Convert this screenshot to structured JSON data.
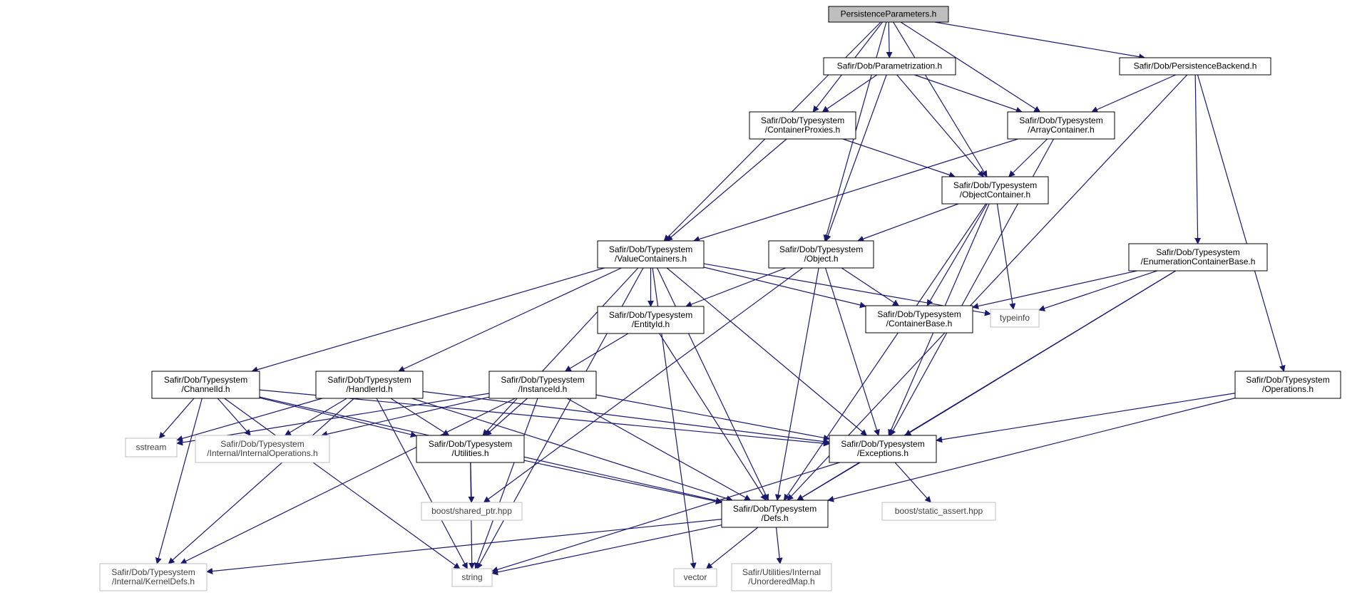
{
  "diagram": {
    "edge_color": "#191970",
    "root_fill": "#bfbfbf",
    "node_border": "#000000",
    "external_border": "#bfbfbf",
    "external_text": "#404040",
    "nodes": [
      {
        "id": "root",
        "kind": "root",
        "lines": [
          "PersistenceParameters.h"
        ]
      },
      {
        "id": "param",
        "kind": "node",
        "lines": [
          "Safir/Dob/Parametrization.h"
        ]
      },
      {
        "id": "backend",
        "kind": "node",
        "lines": [
          "Safir/Dob/PersistenceBackend.h"
        ]
      },
      {
        "id": "proxies",
        "kind": "node",
        "lines": [
          "Safir/Dob/Typesystem",
          "/ContainerProxies.h"
        ]
      },
      {
        "id": "array",
        "kind": "node",
        "lines": [
          "Safir/Dob/Typesystem",
          "/ArrayContainer.h"
        ]
      },
      {
        "id": "objcont",
        "kind": "node",
        "lines": [
          "Safir/Dob/Typesystem",
          "/ObjectContainer.h"
        ]
      },
      {
        "id": "valcont",
        "kind": "node",
        "lines": [
          "Safir/Dob/Typesystem",
          "/ValueContainers.h"
        ]
      },
      {
        "id": "object",
        "kind": "node",
        "lines": [
          "Safir/Dob/Typesystem",
          "/Object.h"
        ]
      },
      {
        "id": "enumbase",
        "kind": "node",
        "lines": [
          "Safir/Dob/Typesystem",
          "/EnumerationContainerBase.h"
        ]
      },
      {
        "id": "entityid",
        "kind": "node",
        "lines": [
          "Safir/Dob/Typesystem",
          "/EntityId.h"
        ]
      },
      {
        "id": "contbase",
        "kind": "node",
        "lines": [
          "Safir/Dob/Typesystem",
          "/ContainerBase.h"
        ]
      },
      {
        "id": "typeinfo",
        "kind": "ext",
        "lines": [
          "typeinfo"
        ]
      },
      {
        "id": "channelid",
        "kind": "node",
        "lines": [
          "Safir/Dob/Typesystem",
          "/ChannelId.h"
        ]
      },
      {
        "id": "handlerid",
        "kind": "node",
        "lines": [
          "Safir/Dob/Typesystem",
          "/HandlerId.h"
        ]
      },
      {
        "id": "instanceid",
        "kind": "node",
        "lines": [
          "Safir/Dob/Typesystem",
          "/InstanceId.h"
        ]
      },
      {
        "id": "operations",
        "kind": "node",
        "lines": [
          "Safir/Dob/Typesystem",
          "/Operations.h"
        ]
      },
      {
        "id": "sstream",
        "kind": "ext",
        "lines": [
          "sstream"
        ]
      },
      {
        "id": "internalops",
        "kind": "ext",
        "lines": [
          "Safir/Dob/Typesystem",
          "/Internal/InternalOperations.h"
        ]
      },
      {
        "id": "utilities",
        "kind": "node",
        "lines": [
          "Safir/Dob/Typesystem",
          "/Utilities.h"
        ]
      },
      {
        "id": "exceptions",
        "kind": "node",
        "lines": [
          "Safir/Dob/Typesystem",
          "/Exceptions.h"
        ]
      },
      {
        "id": "sharedptr",
        "kind": "ext",
        "lines": [
          "boost/shared_ptr.hpp"
        ]
      },
      {
        "id": "staticassert",
        "kind": "ext",
        "lines": [
          "boost/static_assert.hpp"
        ]
      },
      {
        "id": "defs",
        "kind": "node",
        "lines": [
          "Safir/Dob/Typesystem",
          "/Defs.h"
        ]
      },
      {
        "id": "kerneldefs",
        "kind": "ext",
        "lines": [
          "Safir/Dob/Typesystem",
          "/Internal/KernelDefs.h"
        ]
      },
      {
        "id": "string",
        "kind": "ext",
        "lines": [
          "string"
        ]
      },
      {
        "id": "vector",
        "kind": "ext",
        "lines": [
          "vector"
        ]
      },
      {
        "id": "unorderedmap",
        "kind": "ext",
        "lines": [
          "Safir/Utilities/Internal",
          "/UnorderedMap.h"
        ]
      }
    ],
    "edges": [
      [
        "root",
        "param"
      ],
      [
        "root",
        "backend"
      ],
      [
        "root",
        "proxies"
      ],
      [
        "root",
        "array"
      ],
      [
        "root",
        "objcont"
      ],
      [
        "root",
        "valcont"
      ],
      [
        "root",
        "object"
      ],
      [
        "param",
        "proxies"
      ],
      [
        "param",
        "array"
      ],
      [
        "param",
        "objcont"
      ],
      [
        "param",
        "object"
      ],
      [
        "backend",
        "array"
      ],
      [
        "backend",
        "enumbase"
      ],
      [
        "backend",
        "operations"
      ],
      [
        "backend",
        "defs"
      ],
      [
        "proxies",
        "valcont"
      ],
      [
        "proxies",
        "objcont"
      ],
      [
        "array",
        "valcont"
      ],
      [
        "array",
        "objcont"
      ],
      [
        "array",
        "exceptions"
      ],
      [
        "objcont",
        "object"
      ],
      [
        "objcont",
        "contbase"
      ],
      [
        "objcont",
        "typeinfo"
      ],
      [
        "objcont",
        "exceptions"
      ],
      [
        "objcont",
        "defs"
      ],
      [
        "valcont",
        "entityid"
      ],
      [
        "valcont",
        "contbase"
      ],
      [
        "valcont",
        "typeinfo"
      ],
      [
        "valcont",
        "channelid"
      ],
      [
        "valcont",
        "handlerid"
      ],
      [
        "valcont",
        "utilities"
      ],
      [
        "valcont",
        "exceptions"
      ],
      [
        "valcont",
        "defs"
      ],
      [
        "valcont",
        "string"
      ],
      [
        "valcont",
        "vector"
      ],
      [
        "object",
        "entityid"
      ],
      [
        "object",
        "contbase"
      ],
      [
        "object",
        "exceptions"
      ],
      [
        "object",
        "defs"
      ],
      [
        "object",
        "sharedptr"
      ],
      [
        "enumbase",
        "contbase"
      ],
      [
        "enumbase",
        "typeinfo"
      ],
      [
        "enumbase",
        "exceptions"
      ],
      [
        "enumbase",
        "defs"
      ],
      [
        "entityid",
        "instanceid"
      ],
      [
        "entityid",
        "defs"
      ],
      [
        "channelid",
        "sstream"
      ],
      [
        "channelid",
        "internalops"
      ],
      [
        "channelid",
        "utilities"
      ],
      [
        "channelid",
        "exceptions"
      ],
      [
        "channelid",
        "defs"
      ],
      [
        "channelid",
        "kerneldefs"
      ],
      [
        "channelid",
        "string"
      ],
      [
        "handlerid",
        "sstream"
      ],
      [
        "handlerid",
        "internalops"
      ],
      [
        "handlerid",
        "utilities"
      ],
      [
        "handlerid",
        "exceptions"
      ],
      [
        "handlerid",
        "defs"
      ],
      [
        "handlerid",
        "kerneldefs"
      ],
      [
        "handlerid",
        "string"
      ],
      [
        "instanceid",
        "sstream"
      ],
      [
        "instanceid",
        "internalops"
      ],
      [
        "instanceid",
        "utilities"
      ],
      [
        "instanceid",
        "exceptions"
      ],
      [
        "instanceid",
        "defs"
      ],
      [
        "instanceid",
        "kerneldefs"
      ],
      [
        "instanceid",
        "string"
      ],
      [
        "operations",
        "exceptions"
      ],
      [
        "operations",
        "defs"
      ],
      [
        "utilities",
        "sharedptr"
      ],
      [
        "utilities",
        "defs"
      ],
      [
        "utilities",
        "string"
      ],
      [
        "exceptions",
        "defs"
      ],
      [
        "exceptions",
        "staticassert"
      ],
      [
        "exceptions",
        "string"
      ],
      [
        "defs",
        "kerneldefs"
      ],
      [
        "defs",
        "string"
      ],
      [
        "defs",
        "vector"
      ],
      [
        "defs",
        "unorderedmap"
      ]
    ]
  }
}
